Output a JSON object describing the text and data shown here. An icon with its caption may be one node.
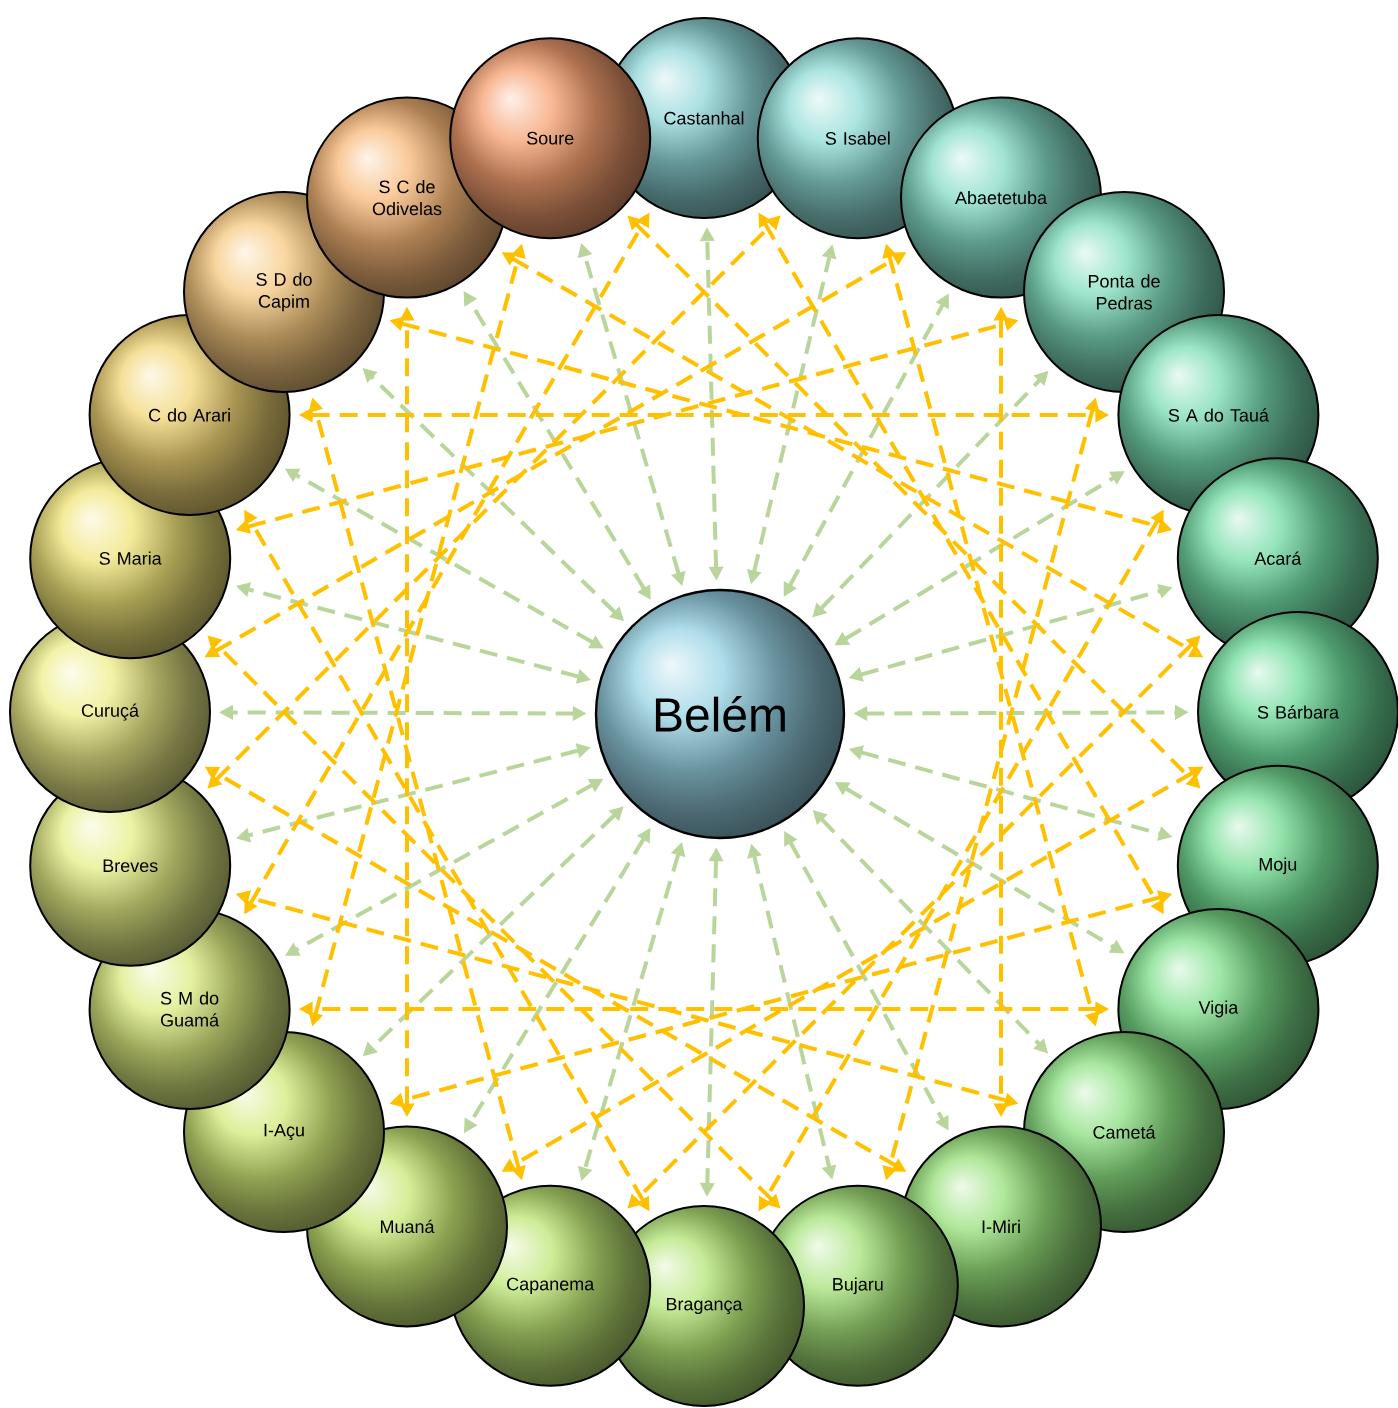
{
  "diagram": {
    "nodes": [
      {
        "text": [
          "Belém"
        ]
      },
      {
        "text": [
          "Castanhal"
        ]
      },
      {
        "text": [
          "S Isabel"
        ]
      },
      {
        "text": [
          "Abaetetuba"
        ]
      },
      {
        "text": [
          "Ponta de Pedras"
        ]
      },
      {
        "text": [
          "S A do Tauá"
        ]
      },
      {
        "text": [
          "Acará"
        ]
      },
      {
        "text": [
          "S Bárbara"
        ]
      },
      {
        "text": [
          "Moju"
        ]
      },
      {
        "text": [
          "Vigia"
        ]
      },
      {
        "text": [
          "Cametá"
        ]
      },
      {
        "text": [
          "I-Miri"
        ]
      },
      {
        "text": [
          "Bujaru"
        ]
      },
      {
        "text": [
          "Bragança"
        ]
      },
      {
        "text": [
          "Capanema"
        ]
      },
      {
        "text": [
          "Muaná"
        ]
      },
      {
        "text": [
          "I-Açu"
        ]
      },
      {
        "text": [
          "S M do Guamá"
        ]
      },
      {
        "text": [
          "Breves"
        ]
      },
      {
        "text": [
          "Curuçá"
        ]
      },
      {
        "text": [
          "S Maria"
        ]
      },
      {
        "text": [
          "C do Arari"
        ]
      },
      {
        "text": [
          "S D do Capim"
        ]
      },
      {
        "text": [
          "S C de Odivelas"
        ]
      },
      {
        "text": [
          "Soure"
        ]
      }
    ],
    "edges": [
      {
        "from": 0,
        "to": 1,
        "arrow": "both",
        "style": "dashed",
        "color": "#b9d59c"
      },
      {
        "from": 0,
        "to": 2,
        "arrow": "both",
        "style": "dashed",
        "color": "#b9d59c"
      },
      {
        "from": 0,
        "to": 3,
        "arrow": "both",
        "style": "dashed",
        "color": "#b9d59c"
      },
      {
        "from": 0,
        "to": 4,
        "arrow": "both",
        "style": "dashed",
        "color": "#b9d59c"
      },
      {
        "from": 0,
        "to": 5,
        "arrow": "both",
        "style": "dashed",
        "color": "#b9d59c"
      },
      {
        "from": 0,
        "to": 6,
        "arrow": "both",
        "style": "dashed",
        "color": "#b9d59c"
      },
      {
        "from": 0,
        "to": 7,
        "arrow": "both",
        "style": "dashed",
        "color": "#b9d59c"
      },
      {
        "from": 0,
        "to": 8,
        "arrow": "both",
        "style": "dashed",
        "color": "#b9d59c"
      },
      {
        "from": 0,
        "to": 9,
        "arrow": "both",
        "style": "dashed",
        "color": "#b9d59c"
      },
      {
        "from": 0,
        "to": 10,
        "arrow": "both",
        "style": "dashed",
        "color": "#b9d59c"
      },
      {
        "from": 0,
        "to": 11,
        "arrow": "both",
        "style": "dashed",
        "color": "#b9d59c"
      },
      {
        "from": 0,
        "to": 12,
        "arrow": "both",
        "style": "dashed",
        "color": "#b9d59c"
      },
      {
        "from": 0,
        "to": 13,
        "arrow": "both",
        "style": "dashed",
        "color": "#b9d59c"
      },
      {
        "from": 0,
        "to": 14,
        "arrow": "both",
        "style": "dashed",
        "color": "#b9d59c"
      },
      {
        "from": 0,
        "to": 15,
        "arrow": "both",
        "style": "dashed",
        "color": "#b9d59c"
      },
      {
        "from": 0,
        "to": 16,
        "arrow": "both",
        "style": "dashed",
        "color": "#b9d59c"
      },
      {
        "from": 0,
        "to": 17,
        "arrow": "both",
        "style": "dashed",
        "color": "#b9d59c"
      },
      {
        "from": 0,
        "to": 18,
        "arrow": "both",
        "style": "dashed",
        "color": "#b9d59c"
      },
      {
        "from": 0,
        "to": 19,
        "arrow": "both",
        "style": "dashed",
        "color": "#b9d59c"
      },
      {
        "from": 0,
        "to": 20,
        "arrow": "both",
        "style": "dashed",
        "color": "#b9d59c"
      },
      {
        "from": 0,
        "to": 21,
        "arrow": "both",
        "style": "dashed",
        "color": "#b9d59c"
      },
      {
        "from": 0,
        "to": 22,
        "arrow": "both",
        "style": "dashed",
        "color": "#b9d59c"
      },
      {
        "from": 0,
        "to": 23,
        "arrow": "both",
        "style": "dashed",
        "color": "#b9d59c"
      },
      {
        "from": 0,
        "to": 24,
        "arrow": "both",
        "style": "dashed",
        "color": "#b9d59c"
      },
      {
        "from": 1,
        "to": 9,
        "arrow": "both",
        "style": "dashed",
        "color": "#ffc000"
      },
      {
        "from": 2,
        "to": 10,
        "arrow": "both",
        "style": "dashed",
        "color": "#ffc000"
      },
      {
        "from": 3,
        "to": 11,
        "arrow": "both",
        "style": "dashed",
        "color": "#ffc000"
      },
      {
        "from": 4,
        "to": 12,
        "arrow": "both",
        "style": "dashed",
        "color": "#ffc000"
      },
      {
        "from": 5,
        "to": 13,
        "arrow": "both",
        "style": "dashed",
        "color": "#ffc000"
      },
      {
        "from": 6,
        "to": 14,
        "arrow": "both",
        "style": "dashed",
        "color": "#ffc000"
      },
      {
        "from": 7,
        "to": 15,
        "arrow": "both",
        "style": "dashed",
        "color": "#ffc000"
      },
      {
        "from": 8,
        "to": 16,
        "arrow": "both",
        "style": "dashed",
        "color": "#ffc000"
      },
      {
        "from": 9,
        "to": 17,
        "arrow": "both",
        "style": "dashed",
        "color": "#ffc000"
      },
      {
        "from": 10,
        "to": 18,
        "arrow": "both",
        "style": "dashed",
        "color": "#ffc000"
      },
      {
        "from": 11,
        "to": 19,
        "arrow": "both",
        "style": "dashed",
        "color": "#ffc000"
      },
      {
        "from": 12,
        "to": 20,
        "arrow": "both",
        "style": "dashed",
        "color": "#ffc000"
      },
      {
        "from": 13,
        "to": 21,
        "arrow": "both",
        "style": "dashed",
        "color": "#ffc000"
      },
      {
        "from": 14,
        "to": 22,
        "arrow": "both",
        "style": "dashed",
        "color": "#ffc000"
      },
      {
        "from": 15,
        "to": 23,
        "arrow": "both",
        "style": "dashed",
        "color": "#ffc000"
      },
      {
        "from": 16,
        "to": 24,
        "arrow": "both",
        "style": "dashed",
        "color": "#ffc000"
      },
      {
        "from": 17,
        "to": 1,
        "arrow": "both",
        "style": "dashed",
        "color": "#ffc000"
      },
      {
        "from": 18,
        "to": 2,
        "arrow": "both",
        "style": "dashed",
        "color": "#ffc000"
      },
      {
        "from": 19,
        "to": 3,
        "arrow": "both",
        "style": "dashed",
        "color": "#ffc000"
      },
      {
        "from": 20,
        "to": 4,
        "arrow": "both",
        "style": "dashed",
        "color": "#ffc000"
      },
      {
        "from": 21,
        "to": 5,
        "arrow": "both",
        "style": "dashed",
        "color": "#ffc000"
      },
      {
        "from": 22,
        "to": 6,
        "arrow": "both",
        "style": "dashed",
        "color": "#ffc000"
      },
      {
        "from": 23,
        "to": 7,
        "arrow": "both",
        "style": "dashed",
        "color": "#ffc000"
      },
      {
        "from": 24,
        "to": 8,
        "arrow": "both",
        "style": "dashed",
        "color": "#ffc000"
      }
    ]
  }
}
